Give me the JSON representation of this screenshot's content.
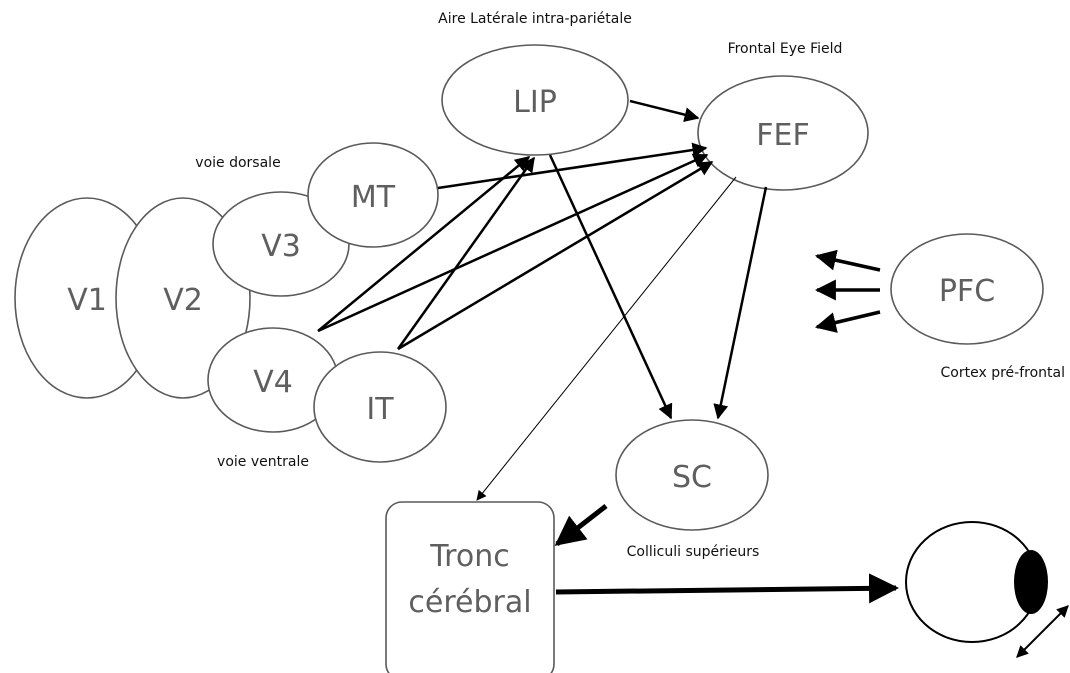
{
  "regions": {
    "v1": "V1",
    "v2": "V2",
    "v3": "V3",
    "mt": "MT",
    "v4": "V4",
    "it": "IT",
    "lip": "LIP",
    "fef": "FEF",
    "pfc": "PFC",
    "sc": "SC",
    "tronc_line1": "Tronc",
    "tronc_line2": "cérébral"
  },
  "captions": {
    "lip": "Aire Latérale intra-pariétale",
    "fef": "Frontal Eye Field",
    "dorsal": "voie dorsale",
    "ventral": "voie ventrale",
    "pfc": "Cortex pré-frontal",
    "sc": "Colliculi supérieurs"
  },
  "colors": {
    "outline": "#5a5a5a",
    "label": "#5f5f5f",
    "arrow": "#000000",
    "pupil": "#000000"
  },
  "icons": {
    "eye": "eye-icon"
  }
}
